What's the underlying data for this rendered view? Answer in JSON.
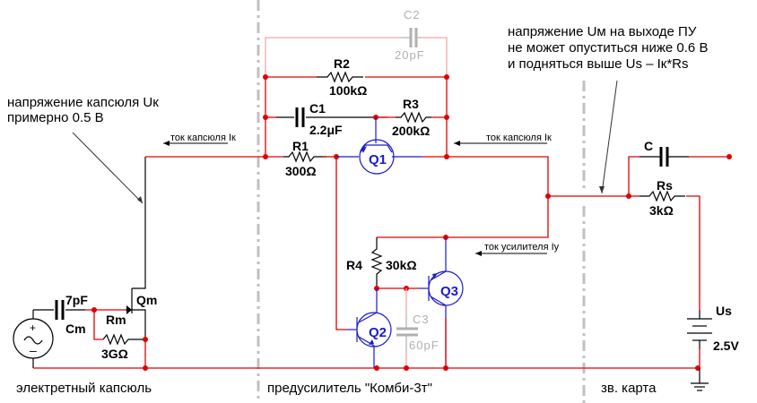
{
  "sections": {
    "capsule": "электретный капсюль",
    "preamp": "предусилитель \"Комби-3т\"",
    "soundcard": "зв. карта"
  },
  "annotations": {
    "capsule_voltage_line1": "напряжение капсюля Uк",
    "capsule_voltage_line2": "примерно 0.5 В",
    "output_voltage_line1": "напряжение Uм на выходе ПУ",
    "output_voltage_line2": "не может опуститься ниже 0.6 В",
    "output_voltage_line3": "и подняться выше Us – Iк*Rs",
    "capsule_current_left": "ток капсюля Iк",
    "capsule_current_right": "ток капсюля Iк",
    "amp_current": "ток усилителя Iy"
  },
  "components": {
    "Cm": {
      "name": "Cm",
      "value": "7pF"
    },
    "Rm": {
      "name": "Rm",
      "value": "3GΩ"
    },
    "Qm": {
      "name": "Qm"
    },
    "R1": {
      "name": "R1",
      "value": "300Ω"
    },
    "R2": {
      "name": "R2",
      "value": "100kΩ"
    },
    "R3": {
      "name": "R3",
      "value": "200kΩ"
    },
    "R4": {
      "name": "R4",
      "value": "30kΩ"
    },
    "C1": {
      "name": "C1",
      "value": "2.2μF"
    },
    "C2": {
      "name": "C2",
      "value": "20pF"
    },
    "C3": {
      "name": "C3",
      "value": "60pF"
    },
    "Q1": {
      "name": "Q1"
    },
    "Q2": {
      "name": "Q2"
    },
    "Q3": {
      "name": "Q3"
    },
    "C": {
      "name": "C"
    },
    "Rs": {
      "name": "Rs",
      "value": "3kΩ"
    },
    "Us": {
      "name": "Us",
      "value": "2.5V"
    }
  },
  "colors": {
    "wire": "#e00000",
    "wire_faded": "#f4a8a8",
    "transistor": "#1a1acc",
    "ghost_component": "#b0b0b0",
    "divider": "#c0c0c0"
  }
}
